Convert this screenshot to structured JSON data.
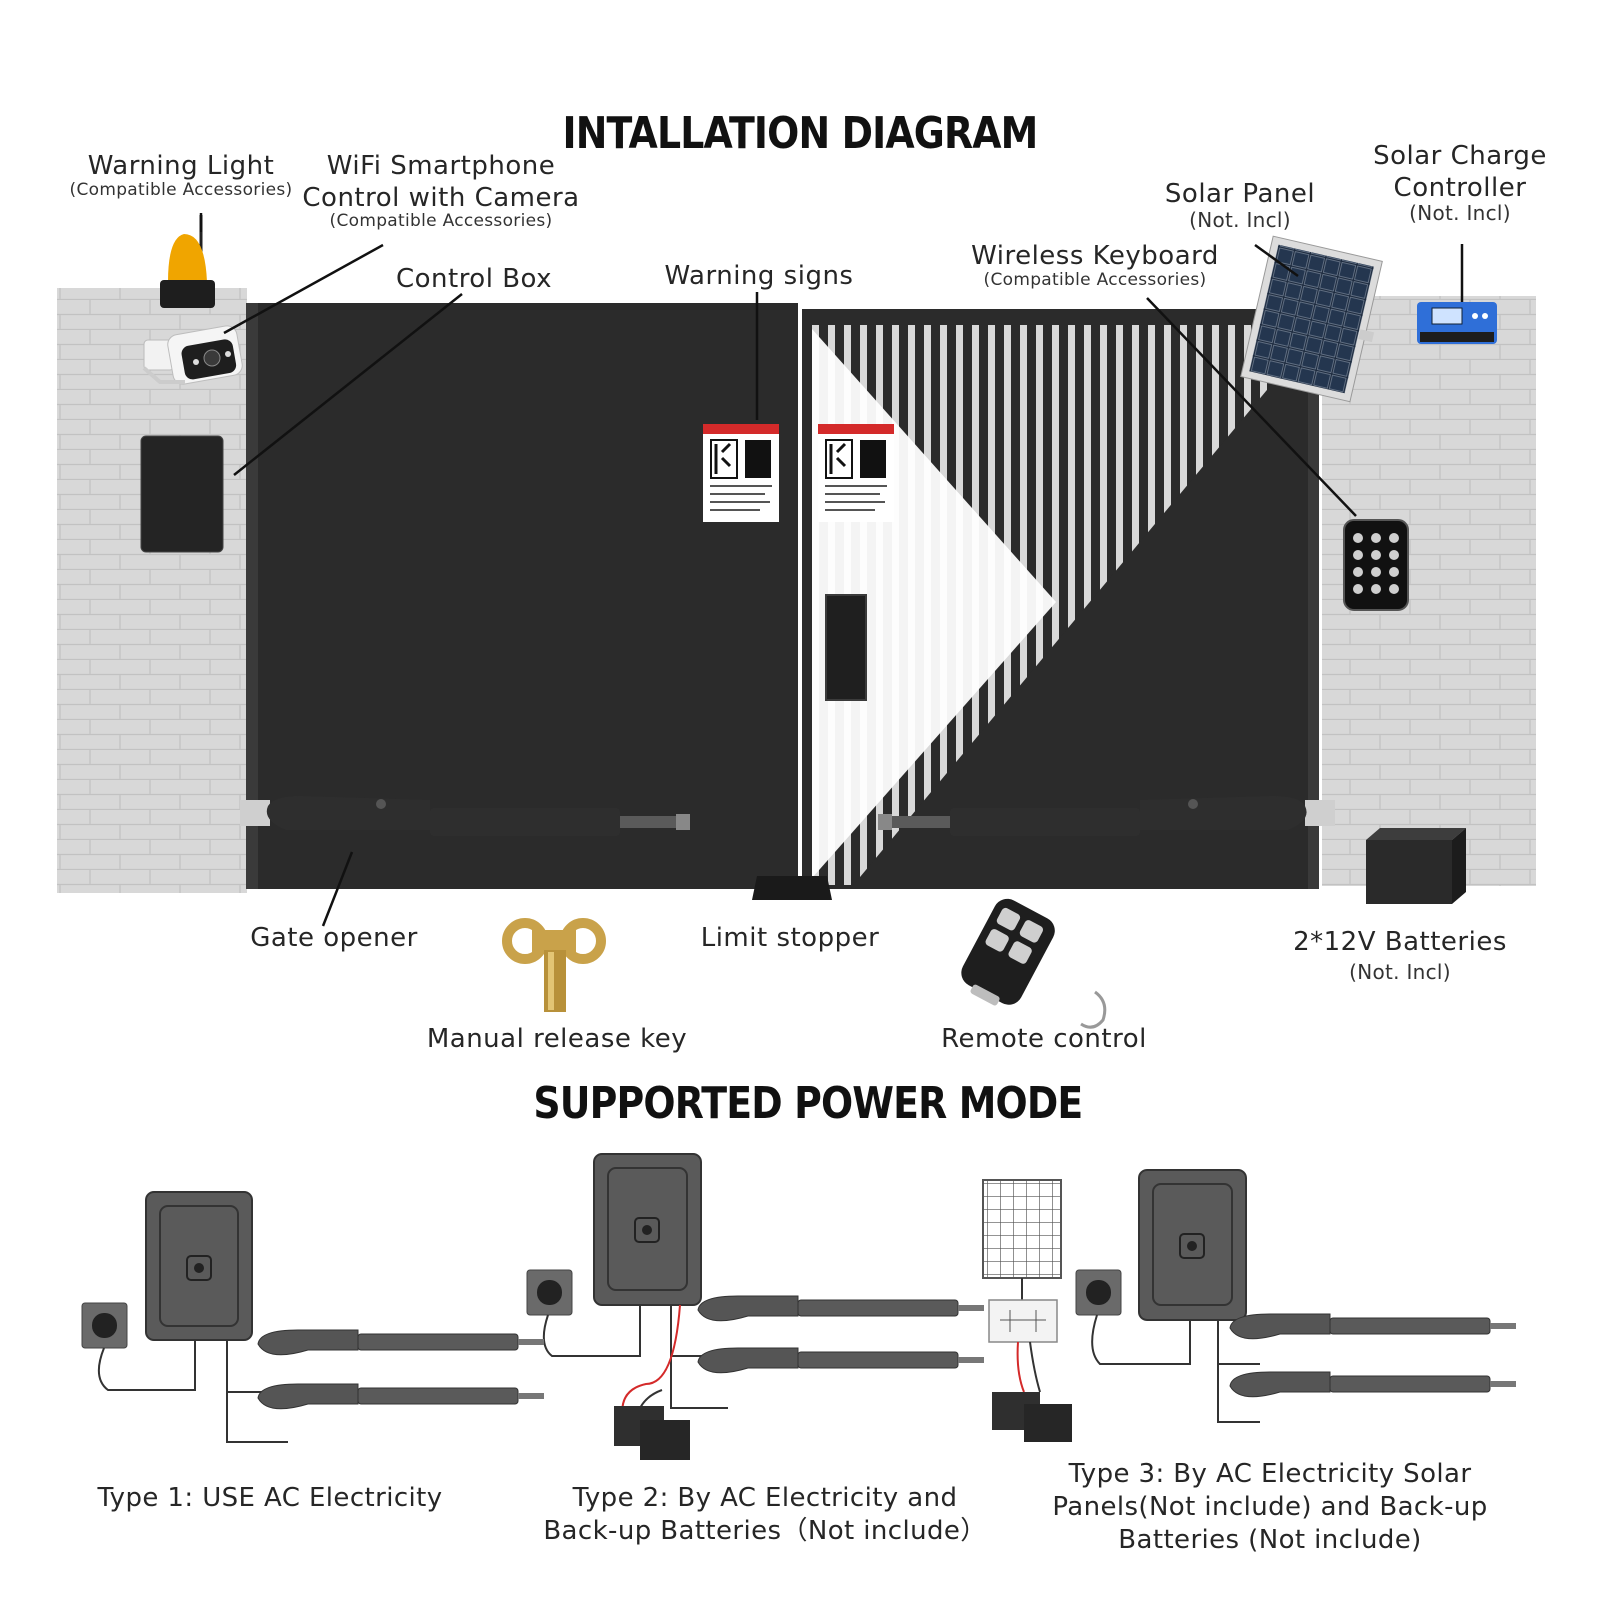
{
  "headings": {
    "installation": "INTALLATION DIAGRAM",
    "power": "SUPPORTED POWER MODE"
  },
  "components": {
    "warning_light": {
      "label": "Warning Light",
      "note": "(Compatible Accessories)"
    },
    "wifi_camera": {
      "label_line1": "WiFi Smartphone",
      "label_line2": "Control with Camera",
      "note": "(Compatible Accessories)"
    },
    "control_box": {
      "label": "Control Box"
    },
    "warning_signs": {
      "label": "Warning signs"
    },
    "wireless_keyboard": {
      "label": "Wireless Keyboard",
      "note": "(Compatible Accessories)"
    },
    "solar_panel": {
      "label": "Solar Panel",
      "note": "(Not. Incl)"
    },
    "solar_charge_controller": {
      "label_line1": "Solar Charge",
      "label_line2": "Controller",
      "note": "(Not. Incl)"
    },
    "gate_opener": {
      "label": "Gate opener"
    },
    "limit_stopper": {
      "label": "Limit stopper"
    },
    "batteries": {
      "label": "2*12V Batteries",
      "note": "(Not. Incl)"
    },
    "manual_release_key": {
      "label": "Manual release key"
    },
    "remote_control": {
      "label": "Remote control"
    }
  },
  "power_modes": [
    {
      "line1": "Type 1: USE AC Electricity",
      "line2": ""
    },
    {
      "line1": "Type 2: By AC Electricity and",
      "line2": "Back-up Batteries（Not include）"
    },
    {
      "line1": "Type 3: By AC Electricity Solar",
      "line2": "Panels(Not include) and Back-up",
      "line3": "Batteries (Not include)"
    }
  ],
  "colors": {
    "gate": "#2b2b2b",
    "wall": "#d9d9d9",
    "device": "#5a5a5a",
    "warning_red": "#d42a2a",
    "key_gold": "#c9a24a",
    "beacon_amber": "#f0a500",
    "controller_blue": "#2f6fd8"
  }
}
